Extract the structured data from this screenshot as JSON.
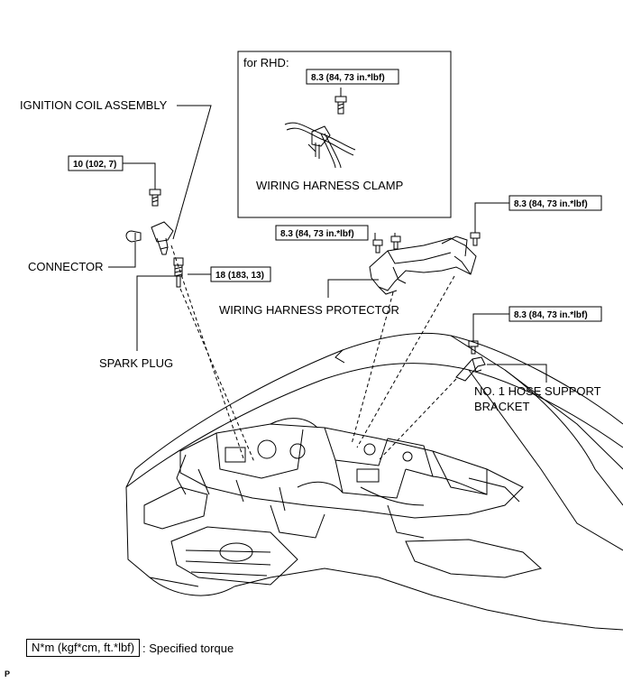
{
  "inset": {
    "title": "for RHD:",
    "torque": "8.3 (84, 73 in.*lbf)",
    "label": "WIRING HARNESS CLAMP"
  },
  "labels": {
    "ignition_coil": "IGNITION COIL ASSEMBLY",
    "connector": "CONNECTOR",
    "spark_plug": "SPARK PLUG",
    "wiring_harness_protector": "WIRING HARNESS PROTECTOR",
    "hose_bracket_line1": "NO. 1 HOSE SUPPORT",
    "hose_bracket_line2": "BRACKET"
  },
  "torques": {
    "coil_bolt": "10 (102, 7)",
    "spark_plug": "18 (183, 13)",
    "protector_left": "8.3 (84, 73 in.*lbf)",
    "protector_right": "8.3 (84, 73 in.*lbf)",
    "hose_bracket": "8.3 (84, 73 in.*lbf)"
  },
  "legend": {
    "unit_box": "N*m (kgf*cm, ft.*lbf)",
    "description": ": Specified torque"
  },
  "page_mark": "P"
}
